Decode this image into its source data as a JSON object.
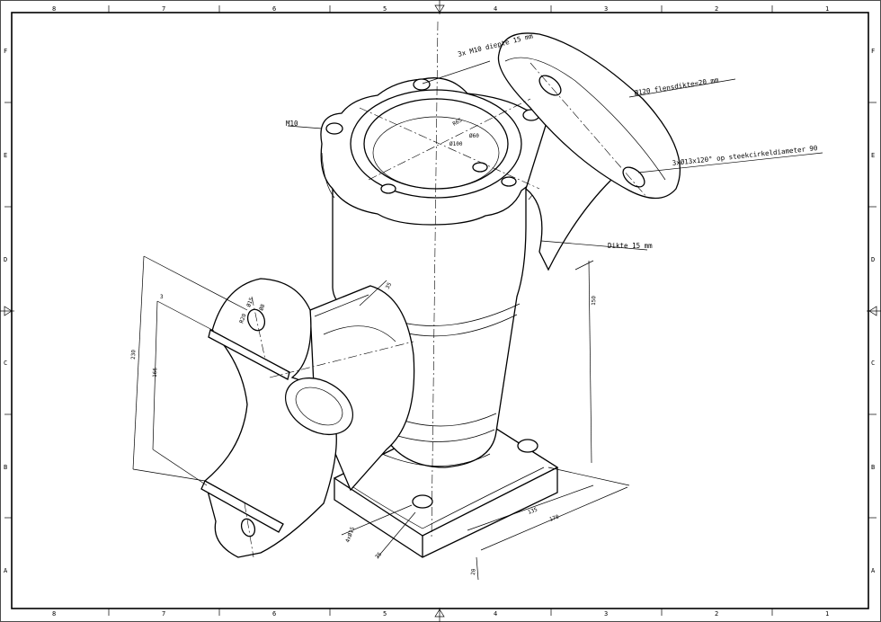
{
  "sheet": {
    "zones_top": [
      "8",
      "7",
      "6",
      "5",
      "4",
      "3",
      "2",
      "1"
    ],
    "zones_bottom": [
      "8",
      "7",
      "6",
      "5",
      "4",
      "3",
      "2",
      "1"
    ],
    "zones_left": [
      "F",
      "E",
      "D",
      "C",
      "B",
      "A"
    ],
    "zones_right": [
      "F",
      "E",
      "D",
      "C",
      "B",
      "A"
    ]
  },
  "annotations": {
    "bolt_note": "3x M10 diepte 15 mm",
    "m10_label": "M10",
    "flange_note": "Ø120 flensdikte=20 mm",
    "holes_note": "3xØ13x120° op steekcirkeldiameter 90",
    "thickness_note": "Dikte 15 mm"
  },
  "dimensions": {
    "r65": "R65",
    "d60": "Ø60",
    "d100": "Ø100",
    "d15": "Ø15",
    "d8": "Ø8",
    "r20": "R20",
    "h230": "230",
    "h166": "166",
    "h150": "150",
    "w3": "3",
    "w35": "35",
    "w25": "25",
    "b4x": "4xØ15",
    "b135": "135",
    "b170": "170",
    "b20": "20"
  }
}
